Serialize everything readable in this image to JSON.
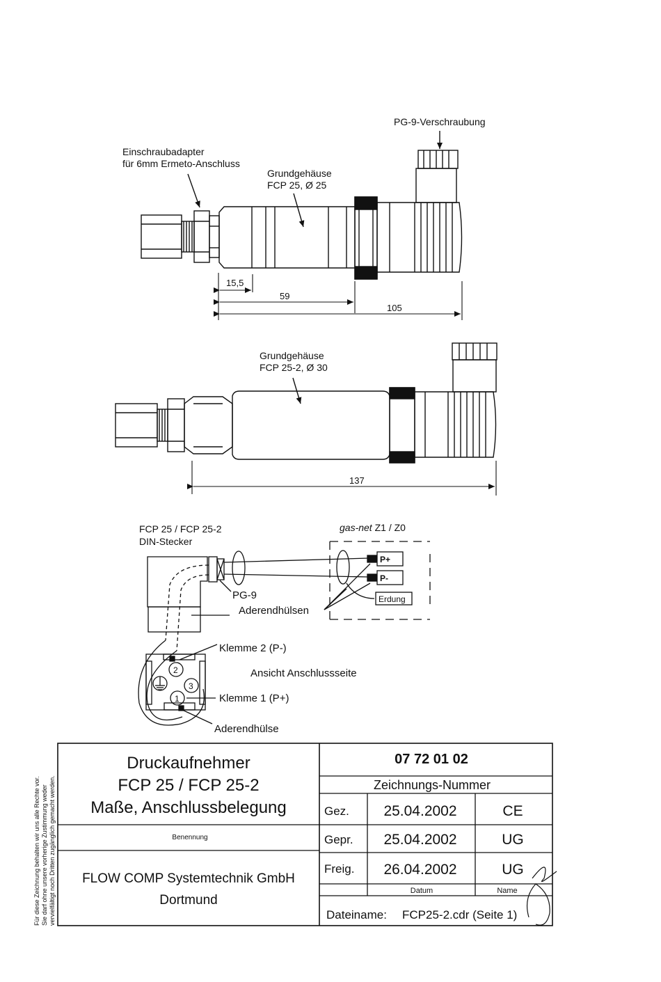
{
  "drawing1": {
    "label_pg9_screw": "PG-9-Verschraubung",
    "label_adapter_line1": "Einschraubadapter",
    "label_adapter_line2": "für 6mm Ermeto-Anschluss",
    "label_housing_line1": "Grundgehäuse",
    "label_housing_line2": "FCP 25, Ø 25",
    "dim_small": "15,5",
    "dim_mid": "59",
    "dim_total": "105"
  },
  "drawing2": {
    "label_housing_line1": "Grundgehäuse",
    "label_housing_line2": "FCP 25-2, Ø 30",
    "dim_total": "137"
  },
  "wiring": {
    "plug_line1": "FCP 25 / FCP 25-2",
    "plug_line2": "DIN-Stecker",
    "gasnet_italic": "gas-net",
    "gasnet_suffix": " Z1 / Z0",
    "terminal_p_plus": "P+",
    "terminal_p_minus": "P-",
    "terminal_ground": "Erdung",
    "pg9": "PG-9",
    "ferrules": "Aderendhülsen",
    "clamp2": "Klemme 2 (P-)",
    "view_side": "Ansicht Anschlussseite",
    "clamp1": "Klemme 1 (P+)",
    "ferrule": "Aderendhülse",
    "pin1": "1",
    "pin2": "2",
    "pin3": "3"
  },
  "title_block": {
    "side_line1": "Für diese Zeichnung behalten wir uns alle Rechte vor.",
    "side_line2": "Sie darf ohne unsere vorherige Zustimmung weder",
    "side_line3": "vervielfältigt noch Dritten zugänglich gemacht werden.",
    "title_line1": "Druckaufnehmer",
    "title_line2": "FCP 25 / FCP 25-2",
    "title_line3": "Maße, Anschlussbelegung",
    "benennung": "Benennung",
    "company_line1": "FLOW COMP Systemtechnik GmbH",
    "company_line2": "Dortmund",
    "drawing_number": "07 72 01 02",
    "drawing_number_label": "Zeichnungs-Nummer",
    "rows": [
      {
        "label": "Gez.",
        "date": "25.04.2002",
        "name": "CE"
      },
      {
        "label": "Gepr.",
        "date": "25.04.2002",
        "name": "UG"
      },
      {
        "label": "Freig.",
        "date": "26.04.2002",
        "name": "UG"
      }
    ],
    "col_date": "Datum",
    "col_name": "Name",
    "filename_label": "Dateiname:",
    "filename_value": "FCP25-2.cdr (Seite 1)"
  }
}
